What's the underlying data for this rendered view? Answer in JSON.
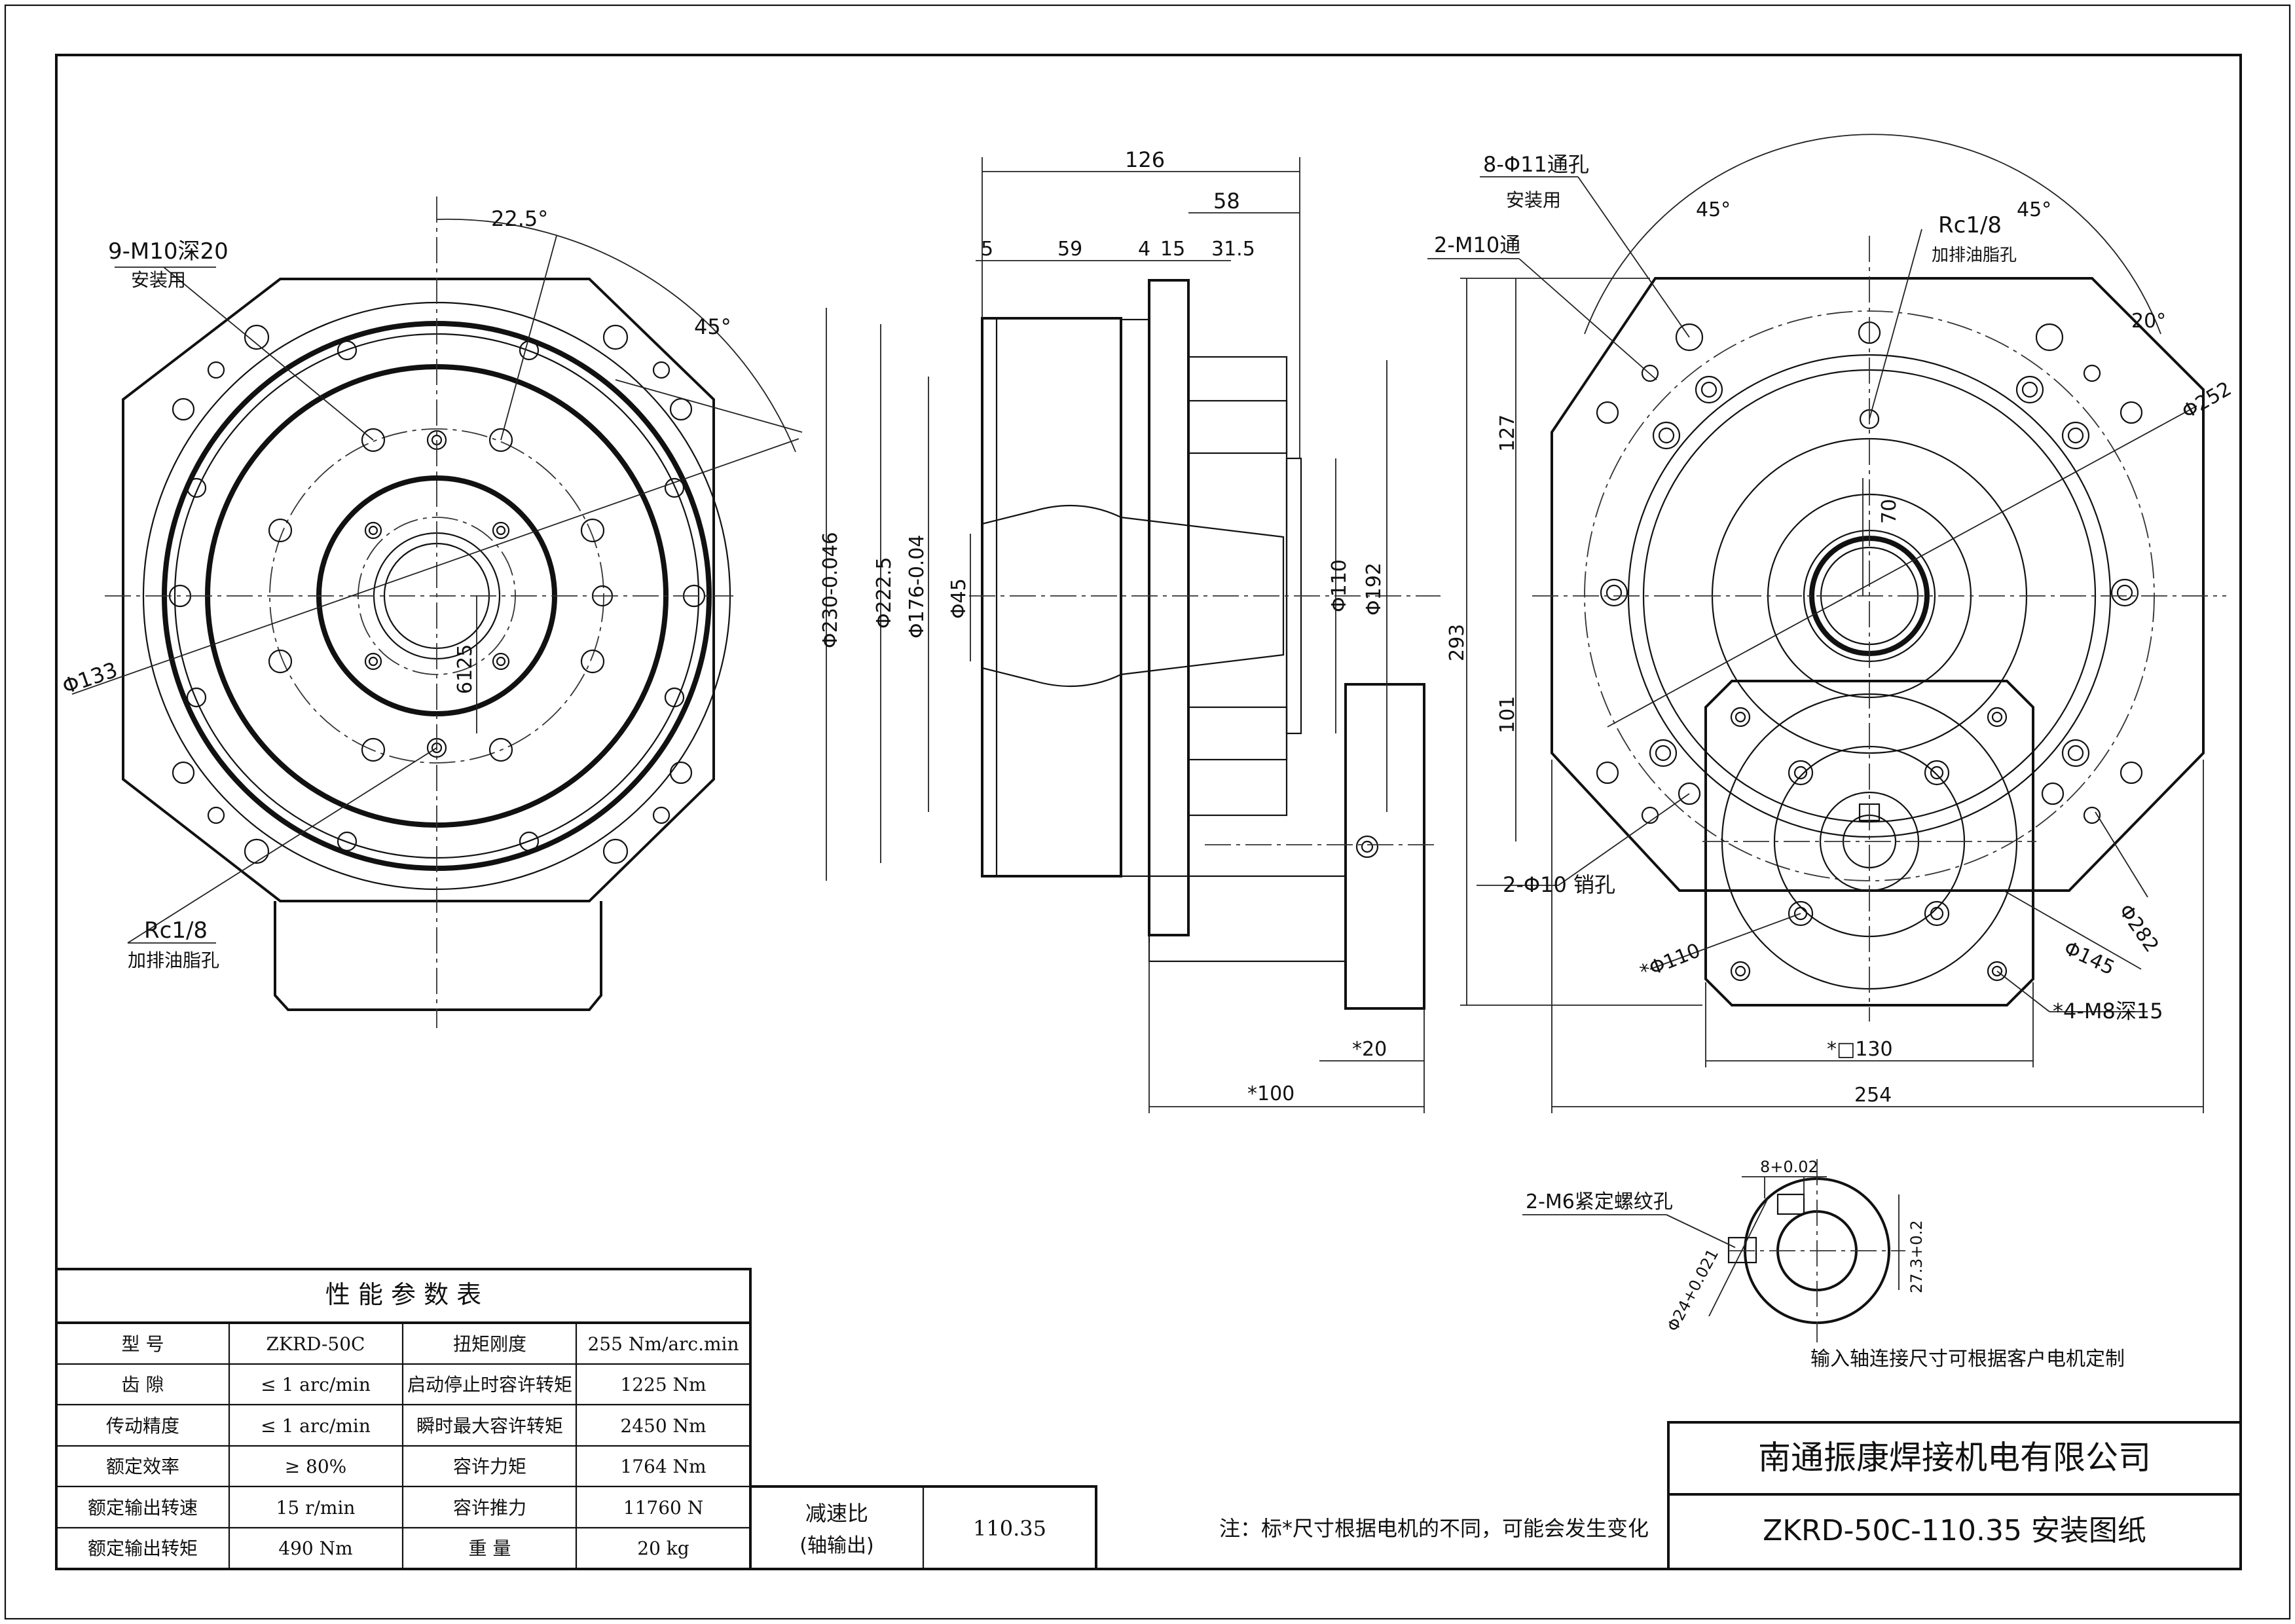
{
  "left_view": {
    "callout_holes": "9-M10深20",
    "callout_holes_note": "安装用",
    "angle_a": "22.5°",
    "angle_b": "45°",
    "dia_133": "Φ133",
    "dim_6125": "6125",
    "callout_rc": "Rc1/8",
    "callout_rc_note": "加排油脂孔"
  },
  "side_view": {
    "d126": "126",
    "d58": "58",
    "d5": "5",
    "d59": "59",
    "d4": "4",
    "d15": "15",
    "d315": "31.5",
    "d230": "Φ230-0.046",
    "d2225": "Φ222.5",
    "d176": "Φ176-0.04",
    "d45": "Φ45",
    "d110": "Φ110",
    "d192": "Φ192",
    "d20": "*20",
    "d100": "*100"
  },
  "right_view": {
    "callout_8holes": "8-Φ11通孔",
    "callout_8holes_note": "安装用",
    "callout_2m10": "2-M10通",
    "angle_45a": "45°",
    "angle_45b": "45°",
    "angle_20": "20°",
    "callout_rc": "Rc1/8",
    "callout_rc_note": "加排油脂孔",
    "d252": "Φ252",
    "d127": "127",
    "d70": "70",
    "d293": "293",
    "d101": "101",
    "callout_pin": "2-Φ10 销孔",
    "d282": "Φ282",
    "d110": "*Φ110",
    "d145": "Φ145",
    "callout_m8": "*4-M8深15",
    "d130": "*□130",
    "d254": "254"
  },
  "shaft_detail": {
    "callout_m6": "2-M6紧定螺纹孔",
    "key_width": "8+0.02",
    "key_height": "27.3+0.2",
    "shaft_dia": "Φ24+0.021",
    "note": "输入轴连接尺寸可根据客户电机定制"
  },
  "perf_table": {
    "title": "性 能 参 数 表",
    "rows": [
      [
        "型 号",
        "ZKRD-50C",
        "扭矩刚度",
        "255 Nm/arc.min"
      ],
      [
        "齿 隙",
        "≤ 1 arc/min",
        "启动停止时容许转矩",
        "1225 Nm"
      ],
      [
        "传动精度",
        "≤ 1 arc/min",
        "瞬时最大容许转矩",
        "2450 Nm"
      ],
      [
        "额定效率",
        "≥ 80%",
        "容许力矩",
        "1764 Nm"
      ],
      [
        "额定输出转速",
        "15 r/min",
        "容许推力",
        "11760 N"
      ],
      [
        "额定输出转矩",
        "490 Nm",
        "重 量",
        "20 kg"
      ]
    ]
  },
  "ratio": {
    "label": "减速比",
    "sub": "(轴输出)",
    "value": "110.35"
  },
  "footer": {
    "note": "注：标*尺寸根据电机的不同，可能会发生变化",
    "company": "南通振康焊接机电有限公司",
    "drawing": "ZKRD-50C-110.35 安装图纸"
  }
}
